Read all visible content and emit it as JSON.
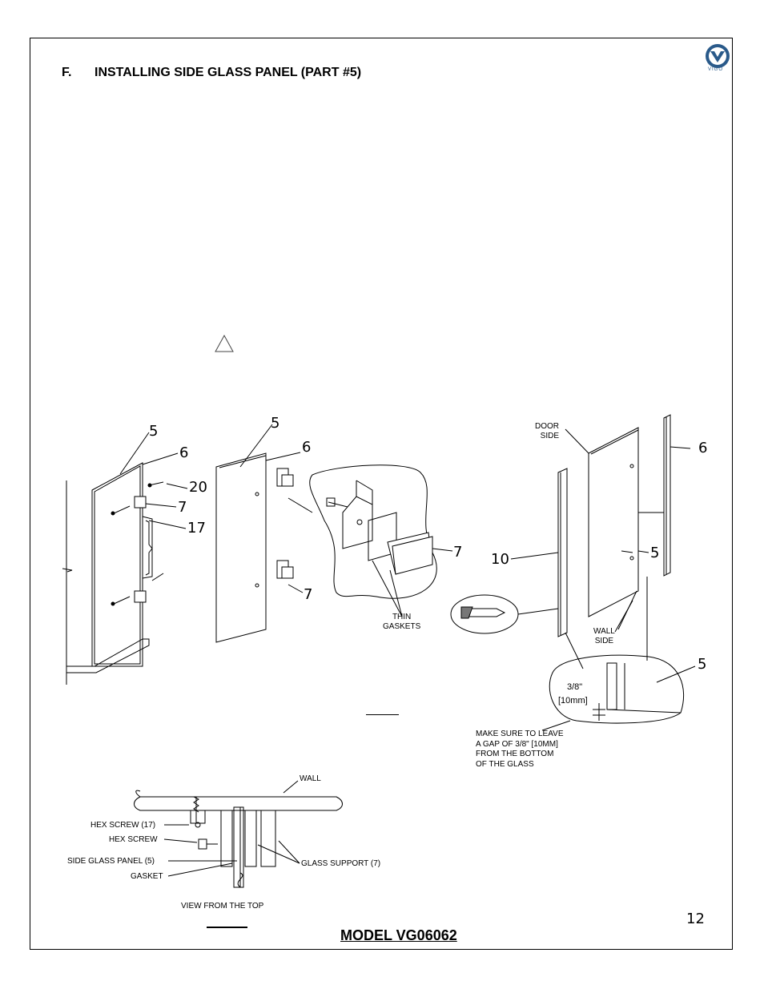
{
  "section": {
    "letter": "F.",
    "title": "INSTALLING SIDE GLASS PANEL (PART #5)"
  },
  "logo": {
    "text": "VIGO",
    "icon": "vigo-logo-icon"
  },
  "figure1": {
    "callouts": [
      "5",
      "6",
      "20",
      "7",
      "17"
    ]
  },
  "figure2": {
    "callouts": [
      "5",
      "6",
      "7",
      "7"
    ],
    "detail_label": "THIN\nGASKETS"
  },
  "figure3": {
    "callouts": {
      "door_side": "DOOR\nSIDE",
      "six": "6",
      "ten": "10",
      "five": "5",
      "wall_side": "WALL\nSIDE",
      "five_detail": "5"
    },
    "dimension": "3/8\"",
    "dimension_mm": "[10mm]",
    "note": "MAKE SURE TO LEAVE A GAP OF 3/8\" [10MM] FROM THE BOTTOM OF THE GLASS"
  },
  "top_view": {
    "wall": "WALL",
    "hex_screw_17": "HEX SCREW (17)",
    "hex_screw": "HEX SCREW",
    "side_glass_panel": "SIDE GLASS PANEL (5)",
    "glass_support": "GLASS SUPPORT (7)",
    "gasket": "GASKET",
    "caption": "VIEW FROM THE TOP"
  },
  "footer": {
    "page_number": "12",
    "model": "MODEL VG06062"
  }
}
